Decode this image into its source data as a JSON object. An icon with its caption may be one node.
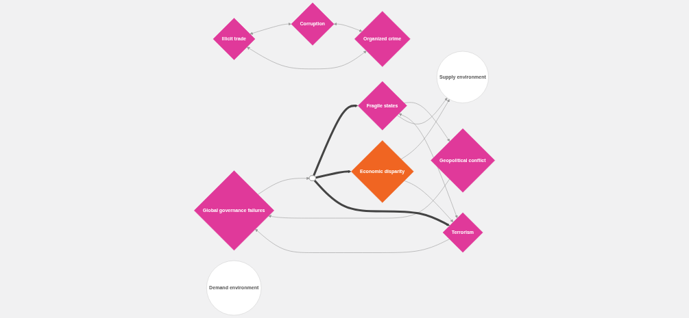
{
  "diagram": {
    "nodes": [
      {
        "text": [
          "Global governance failures"
        ]
      },
      {
        "text": [
          "Geopolitical conflict"
        ]
      },
      {
        "text": [
          "Fragile states"
        ]
      },
      {
        "text": [
          "Illicit trade"
        ]
      },
      {
        "text": [
          "Demand environment"
        ]
      },
      {
        "text": [
          "Corruption"
        ]
      },
      {
        "text": [
          "Supply environment"
        ]
      },
      {
        "text": [
          "Terrorism"
        ]
      },
      {
        "text": [
          "Organized crime"
        ]
      },
      {
        "text": [
          "Economic disparity"
        ]
      },
      {
        "text": [],
        "shape": "lens"
      }
    ],
    "edges": [
      {
        "from": 0,
        "to": 10,
        "arrow": "to"
      },
      {
        "from": 1,
        "to": 0,
        "arrow": "to"
      },
      {
        "from": 7,
        "to": 0,
        "arrow": "to"
      },
      {
        "from": 2,
        "to": 1,
        "arrow": "to"
      },
      {
        "from": 2,
        "to": 7,
        "arrow": "both"
      },
      {
        "from": 2,
        "to": 6,
        "arrow": "to"
      },
      {
        "from": 9,
        "to": 6,
        "arrow": "to"
      },
      {
        "from": 9,
        "to": 7,
        "arrow": "to"
      },
      {
        "from": 3,
        "to": 5,
        "arrow": "both"
      },
      {
        "from": 3,
        "to": 8,
        "arrow": "both"
      },
      {
        "from": 5,
        "to": 8,
        "arrow": "both"
      },
      {
        "from": 10,
        "to": 2,
        "arrow": "to",
        "style": "thick",
        "color": "#444444"
      },
      {
        "from": 10,
        "to": 9,
        "arrow": "to",
        "style": "thick",
        "color": "#444444"
      },
      {
        "from": 10,
        "to": 7,
        "arrow": "to",
        "style": "thick",
        "color": "#444444"
      }
    ]
  }
}
